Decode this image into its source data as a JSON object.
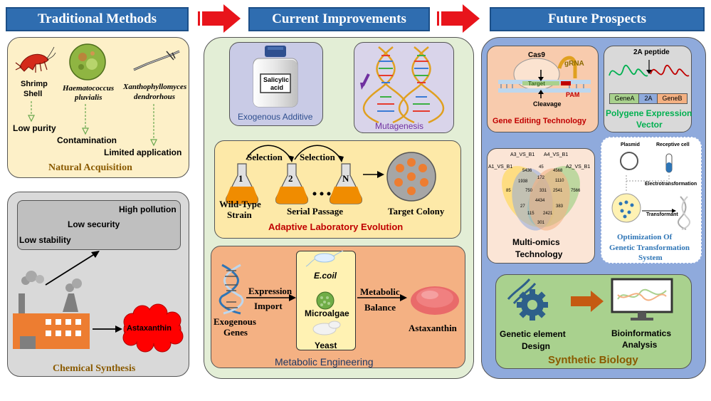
{
  "headers": {
    "traditional": "Traditional Methods",
    "current": "Current Improvements",
    "future": "Future Prospects"
  },
  "natural": {
    "shrimp": "Shrimp",
    "shell": "Shell",
    "haema1": "Haematococcus",
    "haema2": "pluvialis",
    "xantho1": "Xanthophyllomyces",
    "xantho2": "dendrorhous",
    "low_purity": "Low purity",
    "contamination": "Contamination",
    "limited": "Limited application",
    "title": "Natural Acquisition"
  },
  "chemical": {
    "high_pollution": "High pollution",
    "low_security": "Low security",
    "low_stability": "Low stability",
    "astaxanthin": "Astaxanthin",
    "title": "Chemical Synthesis"
  },
  "current": {
    "salicylic1": "Salicylic",
    "salicylic2": "acid",
    "exogenous_additive": "Exogenous Additive",
    "mutagenesis": "Mutagenesis",
    "selection1": "Selection",
    "selection2": "Selection",
    "flask1": "1",
    "flask2": "2",
    "flaskN": "N",
    "wild1": "Wild-Type",
    "wild2": "Strain",
    "serial": "Serial Passage",
    "target_colony": "Target Colony",
    "ale": "Adaptive Laboratory Evolution",
    "expression": "Expression",
    "import": "Import",
    "exogenous1": "Exogenous",
    "exogenous2": "Genes",
    "ecoil": "E.coil",
    "microalgae": "Microalgae",
    "yeast": "Yeast",
    "metabolic": "Metabolic",
    "balance": "Balance",
    "astaxanthin": "Astaxanthin",
    "me": "Metabolic  Engineering"
  },
  "future": {
    "cas9": "Cas9",
    "grna": "gRNA",
    "target": "Target",
    "pam": "PAM",
    "cleavage": "Cleavage",
    "gene_editing": "Gene Editing Technology",
    "peptide": "2A peptide",
    "geneA": "GeneA",
    "twoA": "2A",
    "geneB": "GeneB",
    "polygene1": "Polygene Expression",
    "polygene2": "Vector",
    "venn_labels": [
      "A3_VS_B1",
      "A4_VS_B1",
      "A1_VS_B1",
      "A2_VS_B1"
    ],
    "venn_numbers": [
      "5436",
      "45",
      "4568",
      "172",
      "1110",
      "85",
      "1938",
      "7566",
      "750",
      "331",
      "2541",
      "4434",
      "27",
      "383",
      "115",
      "2421",
      "301"
    ],
    "multiomics1": "Multi-omics",
    "multiomics2": "Technology",
    "plasmid": "Plasmid",
    "receptive": "Receptive cell",
    "electro": "Electrotransformation",
    "transformant": "Transformant",
    "optim1": "Optimization Of",
    "optim2": "Genetic Transformation",
    "optim3": "System",
    "genetic1": "Genetic element",
    "genetic2": "Design",
    "bioinfo1": "Bioinformatics",
    "bioinfo2": "Analysis",
    "synbio": "Synthetic Biology"
  },
  "colors": {
    "header": "#2f6db0",
    "arrow": "#e8141b",
    "natural_bg": "#fdf0c8",
    "chemical_bg": "#d9d9d9",
    "current_bg": "#e3eed6",
    "future_bg": "#8faadc",
    "purple_box": "#c9cbe6",
    "ale_bg": "#fde9a8",
    "me_bg": "#f4b183",
    "gene_edit_bg": "#f8cbad",
    "synbio_bg": "#a9d18e"
  }
}
